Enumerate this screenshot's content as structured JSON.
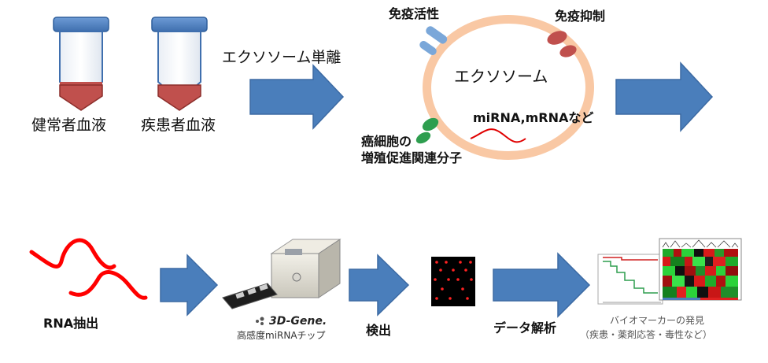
{
  "top_row": {
    "tube_healthy_label": "健常者血液",
    "tube_patient_label": "疾患者血液",
    "isolation_label": "エクソソーム単離",
    "exosome": {
      "title": "エクソソーム",
      "immune_activation": "免疫活性",
      "immune_suppression": "免疫抑制",
      "cargo": "miRNA,mRNAなど",
      "cancer_line1": "癌細胞の",
      "cancer_line2": "増殖促進関連分子"
    }
  },
  "bottom_row": {
    "rna_extraction": "RNA抽出",
    "brand": "3D-Gene.",
    "chip_caption": "高感度miRNAチップ",
    "detection": "検出",
    "data_analysis": "データ解析",
    "biomarker_line1": "バイオマーカーの発見",
    "biomarker_line2": "（疾患・薬剤応答・毒性など）"
  },
  "colors": {
    "arrow_fill": "#4a7ebb",
    "tube_cap": "#4f81bd",
    "blood": "#c0504d",
    "membrane_outer": "#f9c8a4",
    "rna_line": "#ff0000",
    "receptor_blue": "#7aa7d9",
    "receptor_red": "#c0504d",
    "receptor_green": "#2e9e4f"
  }
}
